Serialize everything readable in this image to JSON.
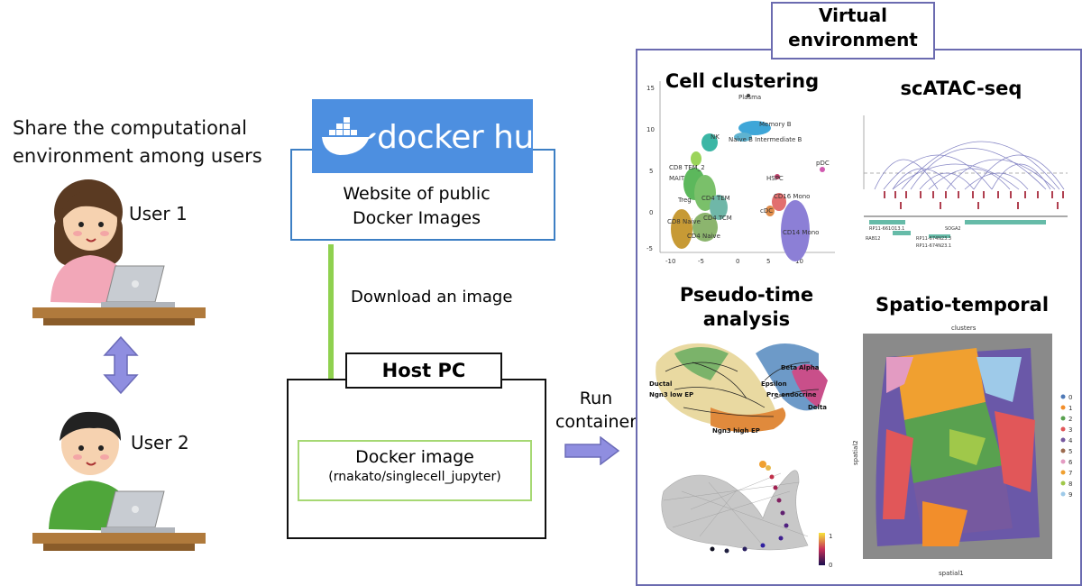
{
  "users": {
    "share_text": "Share the computational environment among users",
    "user1": "User 1",
    "user2": "User 2"
  },
  "dockerhub": {
    "logo_text": "docker hub",
    "caption": "Website of public Docker Images"
  },
  "download_label": "Download an image",
  "host": {
    "title": "Host PC",
    "image_title": "Docker image",
    "image_name": "(rnakato/singlecell_jupyter)"
  },
  "run_label": "Run container",
  "venv": {
    "title": "Virtual environment",
    "panels": {
      "cell_clustering": "Cell clustering",
      "scatac": "scATAC-seq",
      "pseudotime": "Pseudo-time analysis",
      "spatial": "Spatio-temporal"
    },
    "cluster_labels": {
      "plasma": "Plasma",
      "memory_b": "Memory B",
      "naive_b": "Naive B Intermediate B",
      "nk": "NK",
      "pdc": "pDC",
      "hspc": "HSPC",
      "cd16": "CD16 Mono",
      "cd14": "CD14 Mono",
      "cdc": "cDC",
      "cd8_tem": "CD8 TEM_2",
      "mait": "MAIT",
      "cd4_tem": "CD4 TEM",
      "cd8_naive": "CD8 Naive",
      "cd4_naive": "CD4 Naive",
      "treg": "Treg",
      "cd4_tcm": "CD4 TCM"
    },
    "cluster_axis": {
      "x_ticks": [
        "-10",
        "-5",
        "0",
        "5",
        "10"
      ],
      "y_ticks": [
        "15",
        "10",
        "5",
        "0",
        "-5"
      ]
    },
    "atac_genes": [
      "RP11-661O13.1",
      "SOGA2",
      "RAB12",
      "RP11-674N23.3",
      "RP11-674N23.1"
    ],
    "pseudo_labels": {
      "ductal": "Ductal",
      "ngn3_low": "Ngn3 low EP",
      "beta": "Beta",
      "alpha": "Alpha",
      "epsilon": "Epsilon",
      "delta": "Delta",
      "pre_endocrine": "Pre-endocrine",
      "ngn3_high": "Ngn3 high EP"
    },
    "pseudo_scale": {
      "max": "1",
      "min": "0"
    },
    "spatial_plot": {
      "title": "clusters",
      "xlabel": "spatial1",
      "ylabel": "spatial2",
      "legend": [
        "0",
        "1",
        "2",
        "3",
        "4",
        "5",
        "6",
        "7",
        "8",
        "9"
      ],
      "legend_colors": [
        "#4e79b7",
        "#f28e2b",
        "#59a14f",
        "#e15759",
        "#76599f",
        "#9c6b4e",
        "#e39bc2",
        "#f0a030",
        "#a0c84a",
        "#9ecae9"
      ]
    }
  }
}
